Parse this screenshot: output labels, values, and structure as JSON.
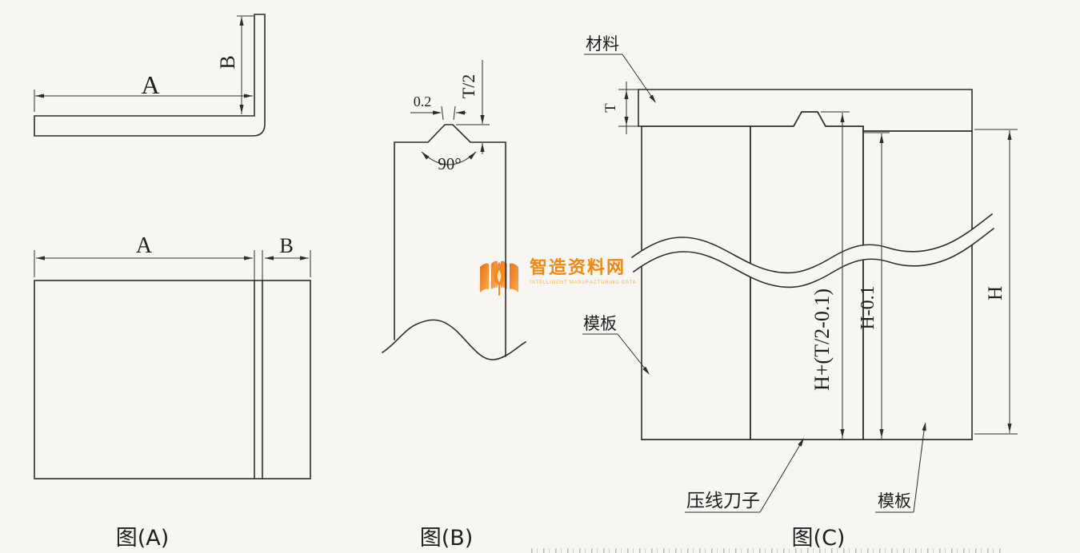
{
  "page": {
    "bg": "#f7f6f3",
    "ink": "#2d2d2d"
  },
  "watermark": {
    "brand": "智造资料网",
    "tagline": "INTELLIGENT MANUFACTURING DATA",
    "accent": "#f07f00",
    "accent_light": "#f9a93a",
    "icon": "open-book-flame-icon"
  },
  "figure_a_bent": {
    "dim_width": "A",
    "dim_flange": "B"
  },
  "figure_a_flat": {
    "caption": "图(A)",
    "dim_body": "A",
    "dim_flange": "B"
  },
  "figure_b_blade": {
    "caption": "图(B)",
    "dim_tip_flat": "0.2",
    "dim_tip_height": "T/2",
    "dim_tip_angle": "90°"
  },
  "figure_c_assembly": {
    "caption": "图(C)",
    "label_material": "材料",
    "label_plate_left": "模板",
    "label_blade": "压线刀子",
    "label_plate_right": "模板",
    "dim_material_thickness": "T",
    "dim_blade_height": "H+(T/2-0.1)",
    "dim_gauge_height": "H-0.1",
    "dim_plate_height": "H"
  }
}
